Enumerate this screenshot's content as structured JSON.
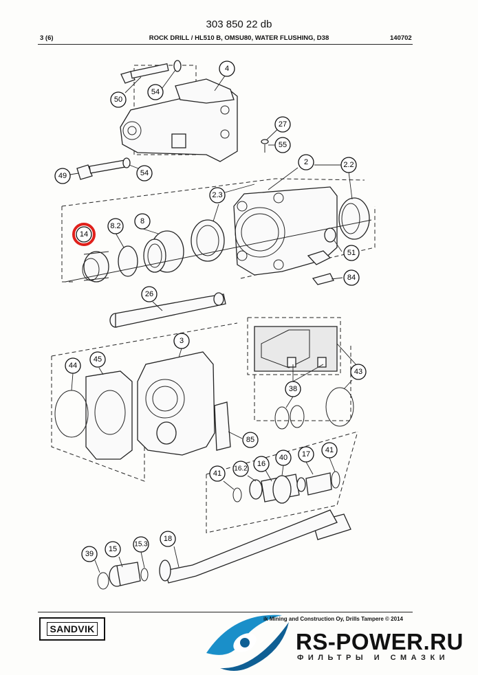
{
  "header": {
    "doc_number": "303 850 22 db",
    "page": "3 (6)",
    "title": "ROCK DRILL / HL510 B, OMSU80, WATER FLUSHING, D38",
    "date_code": "140702"
  },
  "footer": {
    "copyright": "ik Mining and Construction Oy, Drills Tampere © 2014",
    "sandvik_logo": "SANDVIK",
    "brand_name": "RS-POWER.RU",
    "brand_tagline": "ФИЛЬТРЫ И СМАЗКИ"
  },
  "highlight_color": "#e0201b",
  "callouts": {
    "c4": "4",
    "c50": "50",
    "c54a": "54",
    "c27": "27",
    "c55": "55",
    "c49": "49",
    "c54b": "54",
    "c2": "2",
    "c2_2": "2.2",
    "c2_3": "2.3",
    "c14": "14",
    "c8_2": "8.2",
    "c8": "8",
    "c51": "51",
    "c84": "84",
    "c26": "26",
    "c3": "3",
    "c44": "44",
    "c45": "45",
    "c43": "43",
    "c38": "38",
    "c85": "85",
    "c40": "40",
    "c17": "17",
    "c41a": "41",
    "c41b": "41",
    "c16_2": "16.2",
    "c16": "16",
    "c18": "18",
    "c39": "39",
    "c15": "15",
    "c15_3": "15.3"
  }
}
